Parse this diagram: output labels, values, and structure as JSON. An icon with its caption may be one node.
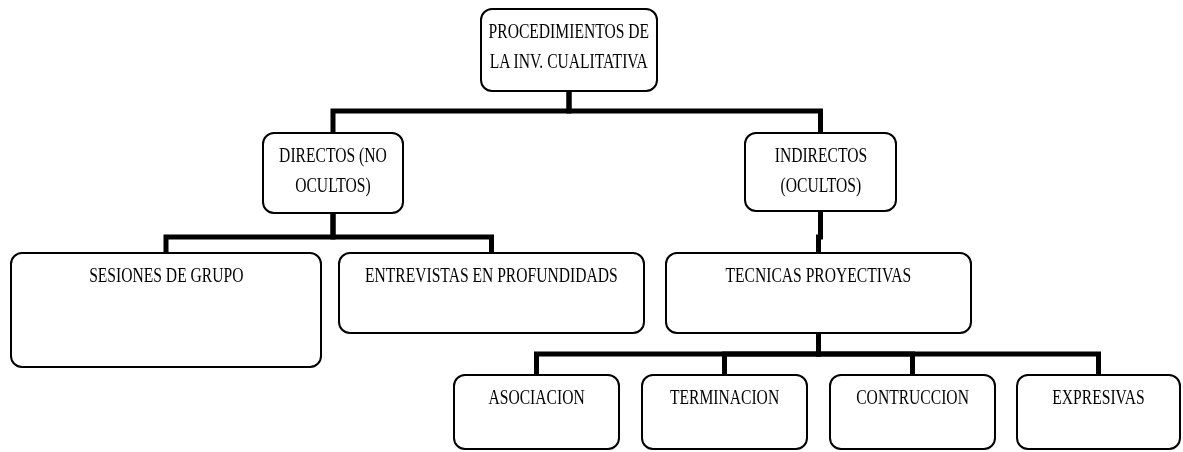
{
  "diagram": {
    "nodes": [
      {
        "text": [
          "PROCEDIMIENTOS DE LA INV. CUALITATIVA"
        ]
      },
      {
        "text": [
          "DIRECTOS (NO OCULTOS)"
        ]
      },
      {
        "text": [
          "INDIRECTOS (OCULTOS)"
        ]
      },
      {
        "text": [
          "SESIONES DE GRUPO"
        ]
      },
      {
        "text": [
          "ENTREVISTAS EN PROFUNDIDADS"
        ]
      },
      {
        "text": [
          "TECNICAS PROYECTIVAS"
        ]
      },
      {
        "text": [
          "ASOCIACION"
        ]
      },
      {
        "text": [
          "TERMINACION"
        ]
      },
      {
        "text": [
          "CONTRUCCION"
        ]
      },
      {
        "text": [
          "EXPRESIVAS"
        ]
      }
    ],
    "edges": [
      {
        "from": 0,
        "to": 1,
        "arrow": "none"
      },
      {
        "from": 0,
        "to": 2,
        "arrow": "none"
      },
      {
        "from": 1,
        "to": 3,
        "arrow": "none"
      },
      {
        "from": 1,
        "to": 4,
        "arrow": "none"
      },
      {
        "from": 2,
        "to": 5,
        "arrow": "none"
      },
      {
        "from": 5,
        "to": 6,
        "arrow": "none"
      },
      {
        "from": 5,
        "to": 7,
        "arrow": "none"
      },
      {
        "from": 5,
        "to": 8,
        "arrow": "none"
      },
      {
        "from": 5,
        "to": 9,
        "arrow": "none"
      }
    ]
  }
}
